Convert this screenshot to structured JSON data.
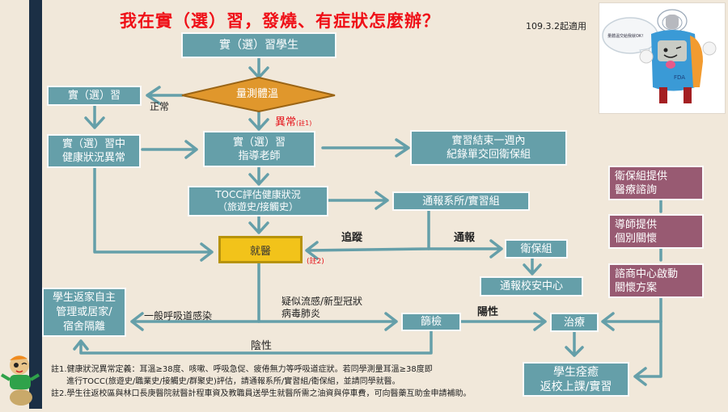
{
  "title": "我在實（選）習，發燒、有症狀怎麼辦？",
  "effective_date": "109.3.2起適用",
  "mascot": {
    "speech": "量體溫交給我就OK!",
    "logo": "FDA"
  },
  "nodes": {
    "student": "實（選）習學生",
    "measure_temp": "量測體溫",
    "internship": "實（選）習",
    "abnormal_health": "實（選）習中\n健康狀況異常",
    "supervisor": "實（選）習\n指導老師",
    "record_submit": "實習結束一週內\n紀錄單交回衛保組",
    "tocc": "TOCC評估健康狀況\n（旅遊史/接觸史）",
    "notify_dept": "通報系所/實習組",
    "see_doctor": "就醫",
    "health_center": "衛保組",
    "notify_safety": "通報校安中心",
    "self_manage": "學生返家自主\n管理或居家/\n宿舍隔離",
    "screening": "篩檢",
    "treatment": "治療",
    "recovered": "學生痊癒\n返校上課/實習",
    "medical_consult": "衛保組提供\n醫療諮詢",
    "mentor_care": "導師提供\n個別關懷",
    "counseling": "諮商中心啟動\n關懷方案"
  },
  "labels": {
    "normal": "正常",
    "abnormal": "異常",
    "note1_ref": "(註1)",
    "note2_ref": "(註2)",
    "track": "追蹤",
    "report": "通報",
    "general_infection": "一般呼吸道感染",
    "suspected": "疑似流感/新型冠狀\n病毒肺炎",
    "positive": "陽性",
    "negative": "陰性"
  },
  "notes": {
    "note1_line1": "註1.健康狀況異常定義：耳溫≥38度、咳嗽、呼吸急促、疲倦無力等呼吸道症狀。若同學測量耳溫≥38度即",
    "note1_line2": "      進行TOCC(旅遊史/職業史/接觸史/群聚史)評估，請通報系所/實習組/衛保組，並請同學就醫。",
    "note2": "註2.學生往返校區與林口長庚醫院就醫計程車資及教職員送學生就醫所需之油資與停車費，可向醫藥互助金申請補助。"
  },
  "colors": {
    "teal": "#659fa9",
    "purple": "#985a72",
    "gold": "#f2c31a",
    "diamond": "#e0972c",
    "title_red": "#ef0f17",
    "background": "#f1e8da",
    "sidebar": "#1b2f45"
  }
}
